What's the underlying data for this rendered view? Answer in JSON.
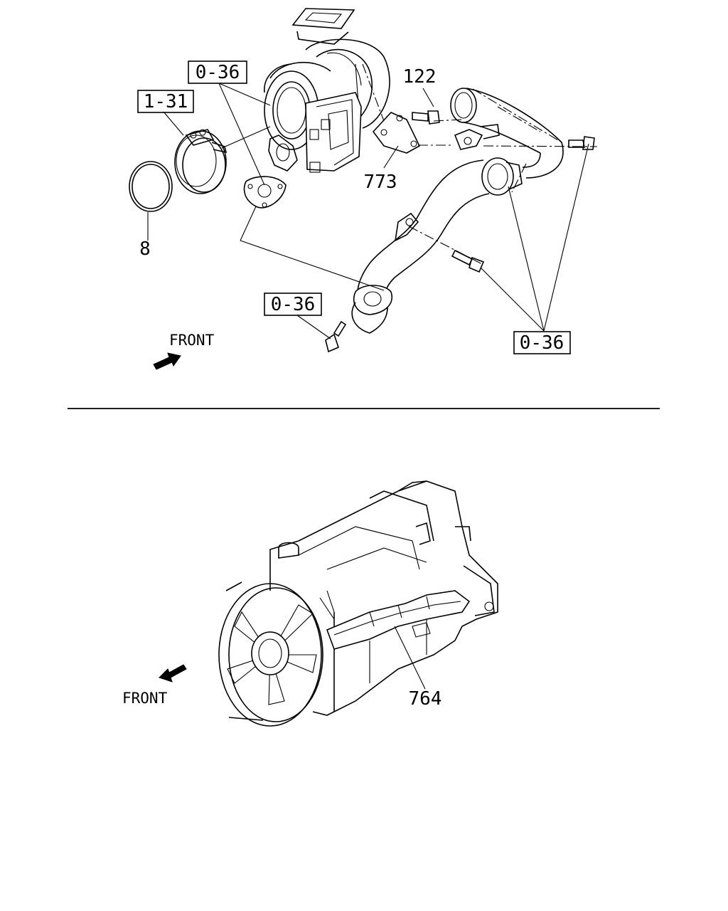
{
  "top_diagram": {
    "callouts": {
      "ref_0_36_top": "0-36",
      "ref_1_31": "1-31",
      "part_122": "122",
      "part_773": "773",
      "part_8": "8",
      "ref_0_36_bottom_left": "0-36",
      "ref_0_36_bottom_right": "0-36"
    },
    "front_label": "FRONT"
  },
  "bottom_diagram": {
    "callouts": {
      "part_764": "764"
    },
    "front_label": "FRONT"
  },
  "icons": {
    "front_arrow_top": "arrow-right-icon",
    "front_arrow_bottom": "arrow-left-icon"
  },
  "colors": {
    "line": "#000000",
    "background": "#ffffff"
  }
}
